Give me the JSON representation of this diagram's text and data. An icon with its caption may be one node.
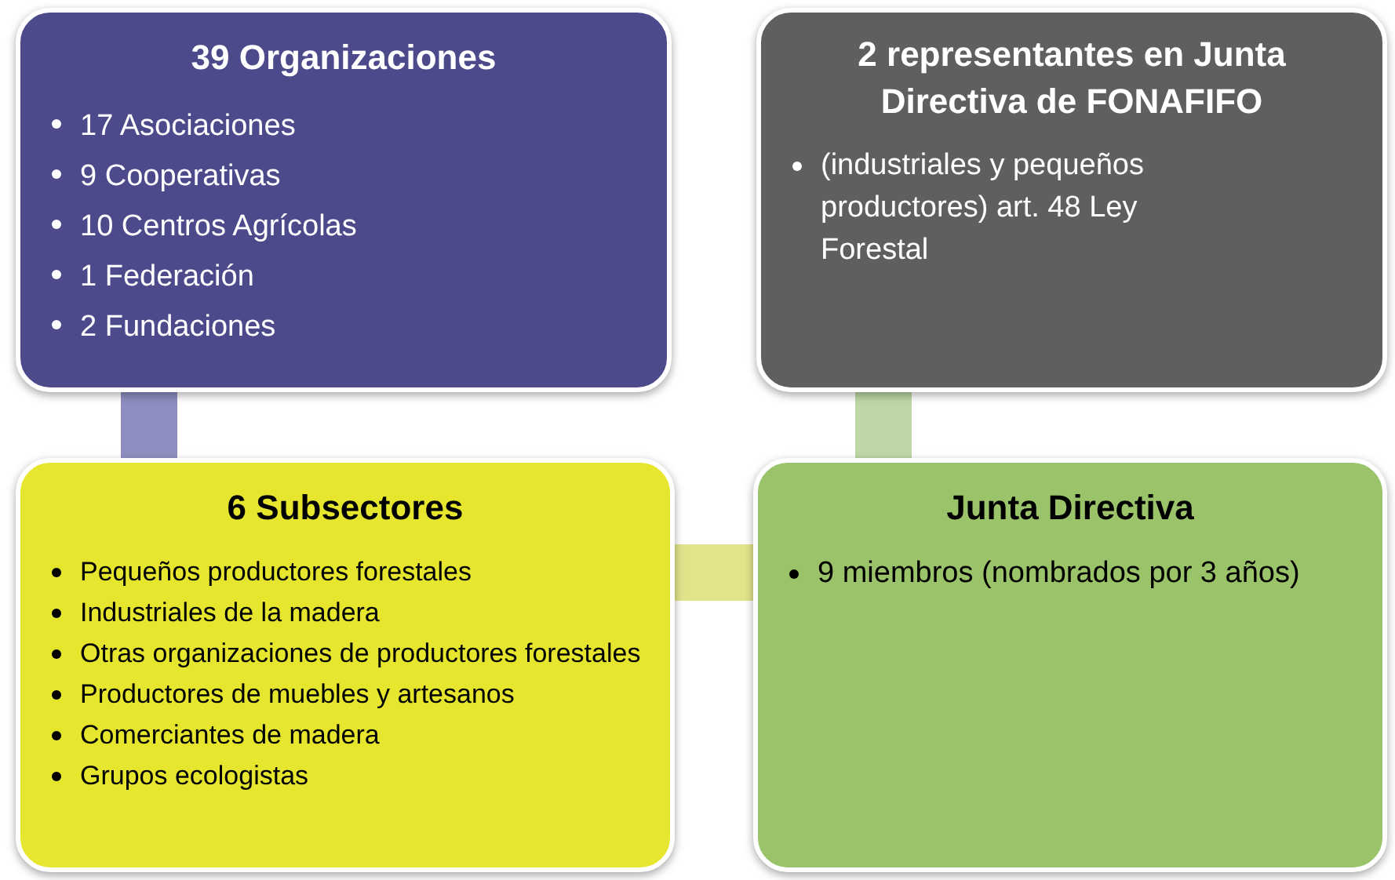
{
  "diagram": {
    "nodes": [
      {
        "text": [
          "39 Organizaciones",
          "17 Asociaciones",
          "9 Cooperativas",
          "10 Centros Agrícolas",
          "1 Federación",
          "2 Fundaciones"
        ]
      },
      {
        "text": [
          "2 representantes en Junta Directiva de FONAFIFO",
          "(industriales y pequeños productores) art. 48 Ley Forestal"
        ]
      },
      {
        "text": [
          "6 Subsectores",
          "Pequeños productores forestales",
          "Industriales de la madera",
          "Otras organizaciones de productores forestales",
          "Productores de muebles y artesanos",
          "Comerciantes de madera",
          "Grupos ecologistas"
        ]
      },
      {
        "text": [
          "Junta Directiva",
          "9 miembros (nombrados por 3 años)"
        ]
      }
    ],
    "edges": [
      {
        "from": 0,
        "to": 2,
        "arrow": "none",
        "color": "#8e8fc0"
      },
      {
        "from": 2,
        "to": 3,
        "arrow": "none",
        "color": "#e2e48a"
      },
      {
        "from": 3,
        "to": 1,
        "arrow": "none",
        "color": "#bdd8a6"
      }
    ]
  }
}
